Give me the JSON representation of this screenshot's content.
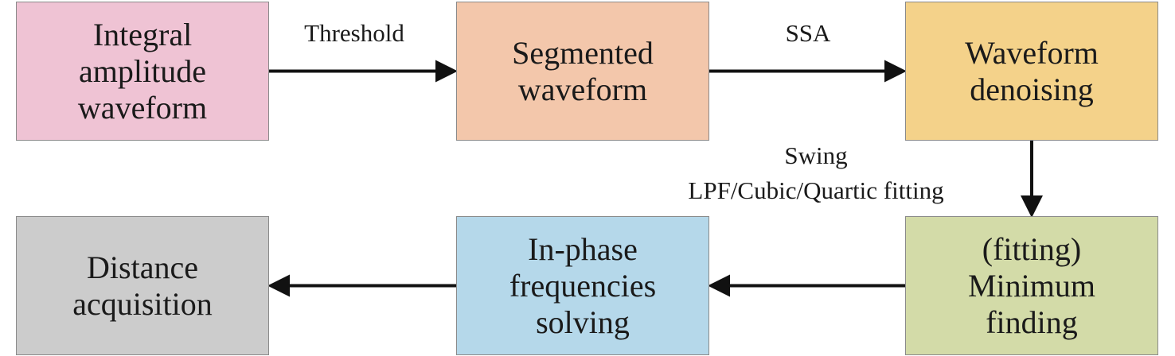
{
  "boxes": {
    "integral": {
      "text": "Integral\namplitude\nwaveform",
      "color": "#efc3d4"
    },
    "segmented": {
      "text": "Segmented\nwaveform",
      "color": "#f3c7ab"
    },
    "denoising": {
      "text": "Waveform\ndenoising",
      "color": "#f4d28a"
    },
    "minimum": {
      "text": "(fitting)\nMinimum\nfinding",
      "color": "#d3dba8"
    },
    "inphase": {
      "text": "In-phase\nfrequencies\nsolving",
      "color": "#b5d8ea"
    },
    "distance": {
      "text": "Distance\nacquisition",
      "color": "#cccccc"
    }
  },
  "labels": {
    "threshold": "Threshold",
    "ssa": "SSA",
    "swing_line1": "Swing",
    "swing_line2": "LPF/Cubic/Quartic fitting"
  },
  "arrows": [
    {
      "from": "integral",
      "to": "segmented"
    },
    {
      "from": "segmented",
      "to": "denoising"
    },
    {
      "from": "denoising",
      "to": "minimum"
    },
    {
      "from": "minimum",
      "to": "inphase"
    },
    {
      "from": "inphase",
      "to": "distance"
    }
  ],
  "colors": {
    "arrow": "#111111",
    "border": "#8a8a8a"
  }
}
